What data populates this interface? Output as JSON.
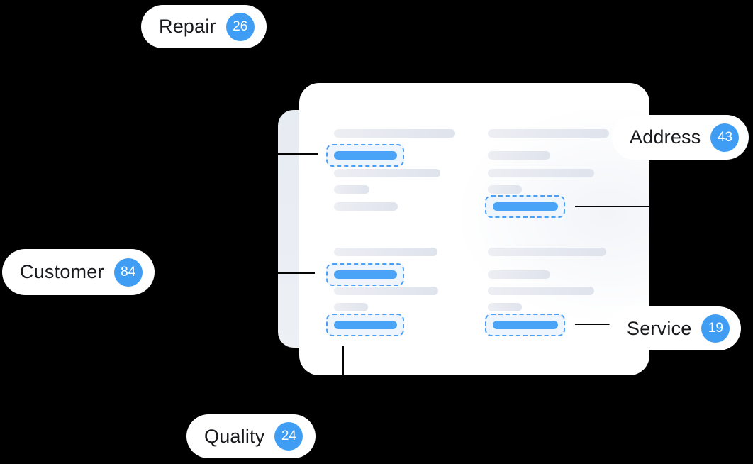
{
  "tags": {
    "repair": {
      "label": "Repair",
      "count": "26"
    },
    "address": {
      "label": "Address",
      "count": "43"
    },
    "customer": {
      "label": "Customer",
      "count": "84"
    },
    "service": {
      "label": "Service",
      "count": "19"
    },
    "quality": {
      "label": "Quality",
      "count": "24"
    }
  },
  "colors": {
    "background": "#000000",
    "card": "#FFFFFF",
    "back_card": "#E9EDF3",
    "skeleton_line_start": "#ECEEF3",
    "skeleton_line_end": "#DFE3EC",
    "highlight_bar": "#49A4F7",
    "highlight_box_fill": "#EEF5FD",
    "highlight_dash_border": "#4C9FF2",
    "badge_blue": "#3F9EF4",
    "tag_text": "#17181C",
    "connector": "#050505"
  }
}
